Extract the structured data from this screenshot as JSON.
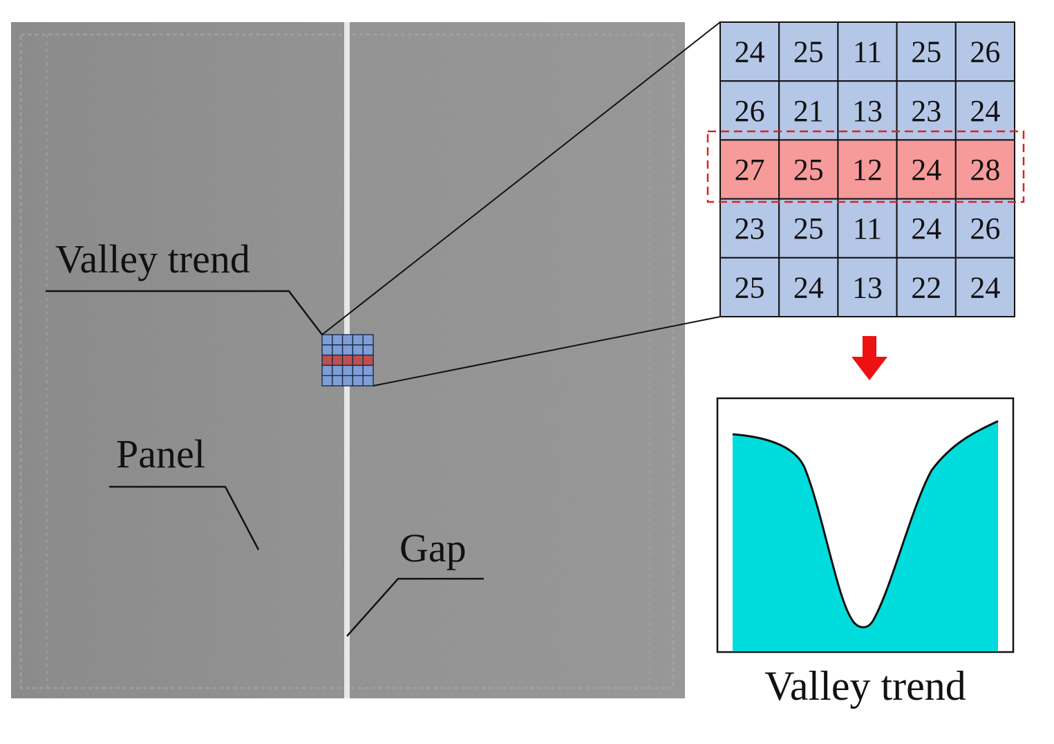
{
  "labels": {
    "valley_trend": "Valley trend",
    "panel": "Panel",
    "gap": "Gap",
    "caption": "Valley trend"
  },
  "pixel_grid": {
    "rows": [
      [
        24,
        25,
        11,
        25,
        26
      ],
      [
        26,
        21,
        13,
        23,
        24
      ],
      [
        27,
        25,
        12,
        24,
        28
      ],
      [
        23,
        25,
        11,
        24,
        26
      ],
      [
        25,
        24,
        13,
        22,
        24
      ]
    ],
    "highlighted_row": 2
  },
  "colors": {
    "cell_blue": "#b4c7e7",
    "cell_red": "#f79a9a",
    "highlight_dash": "#e02020",
    "arrow": "#ee1111",
    "curve_fill": "#00dcdc",
    "panel_gray": "#8a8a8a",
    "gap_line": "#e8e8e8"
  },
  "icons": {
    "down_arrow": "arrow-down-icon"
  }
}
